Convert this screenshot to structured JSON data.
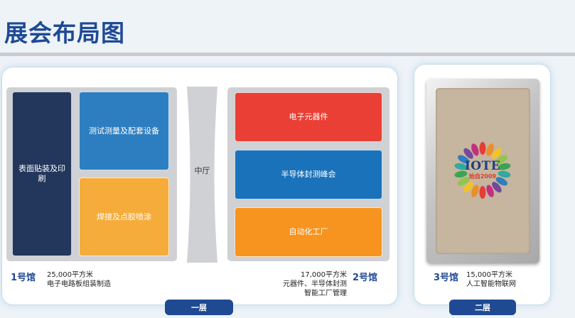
{
  "page": {
    "title": "展会布局图"
  },
  "floor1": {
    "tab": "一层",
    "lobby": "中厅",
    "hall1": {
      "name": "1号馆",
      "area": "25,000平方米",
      "theme": "电子电路板组装制造",
      "zones": [
        "表面贴装及印刷",
        "测试测量及配套设备",
        "焊接及点胶喷涂"
      ]
    },
    "hall2": {
      "name": "2号馆",
      "area": "17,000平方米",
      "theme_line1": "元器件、半导体封测",
      "theme_line2": "智能工厂管理",
      "zones": [
        "电子元器件",
        "半导体封测峰会",
        "自动化工厂"
      ]
    }
  },
  "floor2": {
    "tab": "二层",
    "hall3": {
      "name": "3号馆",
      "area": "15,000平方米",
      "theme": "人工智能物联网",
      "logo": {
        "word": "IOTE",
        "sub": "始自2009"
      }
    }
  },
  "colors": {
    "title": "#1e4a95",
    "smt": "#23365c",
    "test": "#2d7ec0",
    "weld": "#f6ac3a",
    "electronic": "#ea3f34",
    "semiconductor": "#1a72bb",
    "automation": "#f6941f",
    "tab": "#1f4a93"
  }
}
